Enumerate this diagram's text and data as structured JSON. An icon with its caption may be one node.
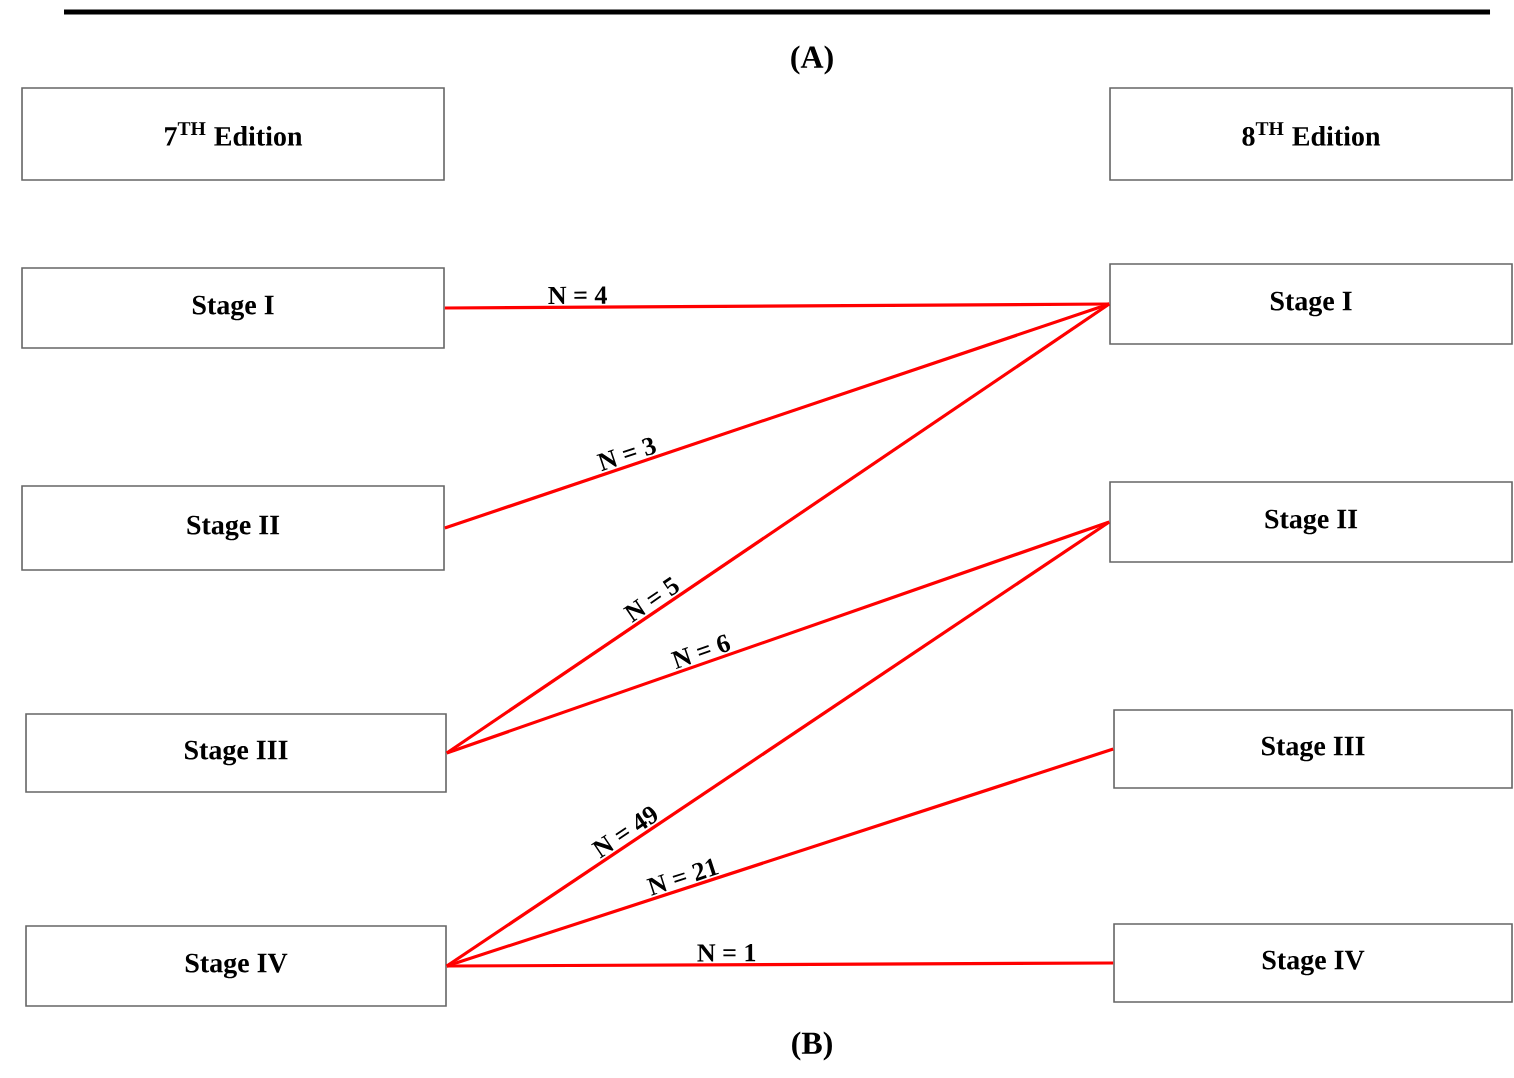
{
  "diagram": {
    "nodes": [
      {
        "text": [
          "7$^{TH}$ Edition"
        ]
      },
      {
        "text": [
          "8$^{TH}$ Edition"
        ]
      },
      {
        "text": [
          "Stage I"
        ]
      },
      {
        "text": [
          "Stage II"
        ]
      },
      {
        "text": [
          "Stage III"
        ]
      },
      {
        "text": [
          "Stage IV"
        ]
      },
      {
        "text": [
          "Stage I"
        ]
      },
      {
        "text": [
          "Stage II"
        ]
      },
      {
        "text": [
          "Stage III"
        ]
      },
      {
        "text": [
          "Stage IV"
        ]
      }
    ],
    "edges": [
      {
        "from": 2,
        "to": 6,
        "arrow": "none",
        "label": "N = 4"
      },
      {
        "from": 3,
        "to": 6,
        "arrow": "none",
        "label": "N = 3"
      },
      {
        "from": 4,
        "to": 6,
        "arrow": "none",
        "label": "N = 5"
      },
      {
        "from": 4,
        "to": 7,
        "arrow": "none",
        "label": "N = 6"
      },
      {
        "from": 5,
        "to": 7,
        "arrow": "none",
        "label": "N = 49"
      },
      {
        "from": 5,
        "to": 8,
        "arrow": "none",
        "label": "N = 21"
      },
      {
        "from": 5,
        "to": 9,
        "arrow": "none",
        "label": "N = 1"
      }
    ],
    "labels": [
      "(A)",
      "(B)"
    ]
  }
}
